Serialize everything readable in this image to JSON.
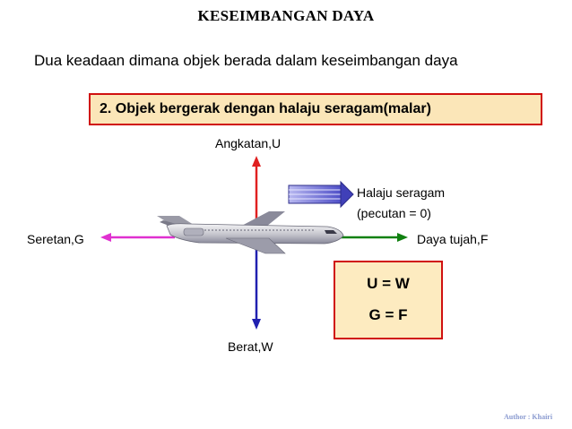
{
  "title": "KESEIMBANGAN DAYA",
  "subtitle": "Dua keadaan dimana objek berada dalam keseimbangan daya",
  "case_heading": "2. Objek bergerak dengan halaju seragam(malar)",
  "forces": {
    "up": "Angkatan,U",
    "left": "Seretan,G",
    "right": "Daya tujah,F",
    "down": "Berat,W"
  },
  "velocity": {
    "line1": "Halaju seragam",
    "line2": "(pecutan = 0)"
  },
  "equations": {
    "eq1": "U = W",
    "eq2": "G = F"
  },
  "author": "Author : Khairi",
  "colors": {
    "up_arrow": "#e02020",
    "left_arrow": "#e030d0",
    "right_arrow": "#108010",
    "down_arrow": "#2020b0",
    "box_border": "#d01010",
    "box_fill": "#fbe6b8"
  },
  "icons": [
    "airplane-icon",
    "velocity-arrow-icon"
  ]
}
